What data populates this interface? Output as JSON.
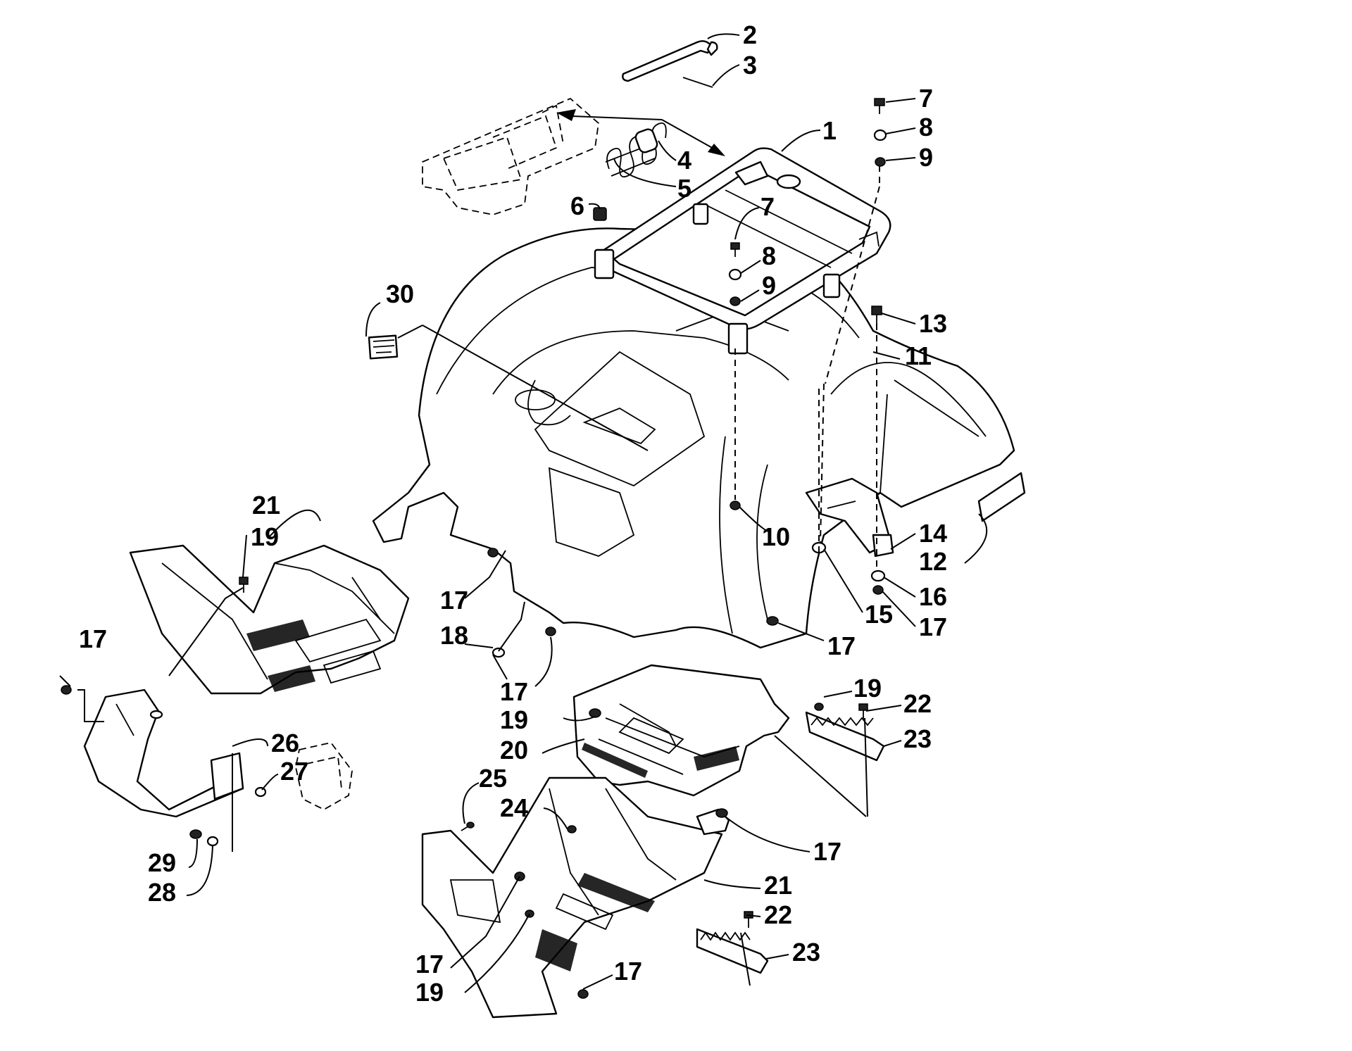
{
  "callouts": [
    {
      "id": "c1",
      "text": "1"
    },
    {
      "id": "c2",
      "text": "2"
    },
    {
      "id": "c3",
      "text": "3"
    },
    {
      "id": "c4",
      "text": "4"
    },
    {
      "id": "c5",
      "text": "5"
    },
    {
      "id": "c6",
      "text": "6"
    },
    {
      "id": "c7a",
      "text": "7"
    },
    {
      "id": "c8a",
      "text": "8"
    },
    {
      "id": "c9a",
      "text": "9"
    },
    {
      "id": "c7b",
      "text": "7"
    },
    {
      "id": "c8b",
      "text": "8"
    },
    {
      "id": "c9b",
      "text": "9"
    },
    {
      "id": "c30",
      "text": "30"
    },
    {
      "id": "c13",
      "text": "13"
    },
    {
      "id": "c11",
      "text": "11"
    },
    {
      "id": "c21a",
      "text": "21"
    },
    {
      "id": "c19a",
      "text": "19"
    },
    {
      "id": "c10",
      "text": "10"
    },
    {
      "id": "c14",
      "text": "14"
    },
    {
      "id": "c12",
      "text": "12"
    },
    {
      "id": "c16",
      "text": "16"
    },
    {
      "id": "c15",
      "text": "15"
    },
    {
      "id": "c17a",
      "text": "17"
    },
    {
      "id": "c17b",
      "text": "17"
    },
    {
      "id": "c17c",
      "text": "17"
    },
    {
      "id": "c17d",
      "text": "17"
    },
    {
      "id": "c18",
      "text": "18"
    },
    {
      "id": "c17e",
      "text": "17"
    },
    {
      "id": "c19b",
      "text": "19"
    },
    {
      "id": "c22a",
      "text": "22"
    },
    {
      "id": "c19c",
      "text": "19"
    },
    {
      "id": "c23a",
      "text": "23"
    },
    {
      "id": "c20",
      "text": "20"
    },
    {
      "id": "c26",
      "text": "26"
    },
    {
      "id": "c27",
      "text": "27"
    },
    {
      "id": "c25",
      "text": "25"
    },
    {
      "id": "c24",
      "text": "24"
    },
    {
      "id": "c17f",
      "text": "17"
    },
    {
      "id": "c21b",
      "text": "21"
    },
    {
      "id": "c29",
      "text": "29"
    },
    {
      "id": "c28",
      "text": "28"
    },
    {
      "id": "c22b",
      "text": "22"
    },
    {
      "id": "c23b",
      "text": "23"
    },
    {
      "id": "c17g",
      "text": "17"
    },
    {
      "id": "c19d",
      "text": "19"
    },
    {
      "id": "c17h",
      "text": "17"
    }
  ]
}
